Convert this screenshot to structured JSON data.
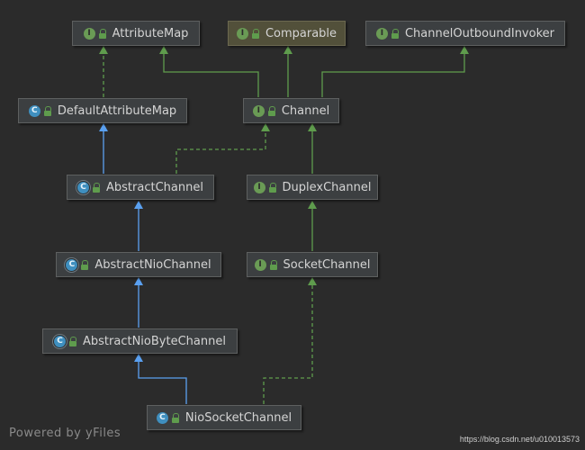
{
  "colors": {
    "background": "#2b2b2b",
    "node_fill": "#3c3f41",
    "highlight_fill": "#52503a",
    "implements_edge": "#5f9c4d",
    "extends_edge": "#5aa0f0"
  },
  "nodes": {
    "attribute_map": {
      "label": "AttributeMap",
      "badge": "I",
      "kind": "interface"
    },
    "comparable": {
      "label": "Comparable",
      "badge": "I",
      "kind": "interface"
    },
    "channel_outbound_invoker": {
      "label": "ChannelOutboundInvoker",
      "badge": "I",
      "kind": "interface"
    },
    "default_attribute_map": {
      "label": "DefaultAttributeMap",
      "badge": "C",
      "kind": "class"
    },
    "channel": {
      "label": "Channel",
      "badge": "I",
      "kind": "interface"
    },
    "abstract_channel": {
      "label": "AbstractChannel",
      "badge": "C",
      "kind": "abstract-class"
    },
    "duplex_channel": {
      "label": "DuplexChannel",
      "badge": "I",
      "kind": "interface"
    },
    "abstract_nio_channel": {
      "label": "AbstractNioChannel",
      "badge": "C",
      "kind": "abstract-class"
    },
    "socket_channel": {
      "label": "SocketChannel",
      "badge": "I",
      "kind": "interface"
    },
    "abstract_nio_byte_channel": {
      "label": "AbstractNioByteChannel",
      "badge": "C",
      "kind": "abstract-class"
    },
    "nio_socket_channel": {
      "label": "NioSocketChannel",
      "badge": "C",
      "kind": "class"
    }
  },
  "edges": [
    {
      "from": "default_attribute_map",
      "to": "attribute_map",
      "type": "implements"
    },
    {
      "from": "channel",
      "to": "attribute_map",
      "type": "extends-interface"
    },
    {
      "from": "channel",
      "to": "comparable",
      "type": "extends-interface"
    },
    {
      "from": "channel",
      "to": "channel_outbound_invoker",
      "type": "extends-interface"
    },
    {
      "from": "abstract_channel",
      "to": "default_attribute_map",
      "type": "extends"
    },
    {
      "from": "abstract_channel",
      "to": "channel",
      "type": "implements"
    },
    {
      "from": "duplex_channel",
      "to": "channel",
      "type": "extends-interface"
    },
    {
      "from": "socket_channel",
      "to": "duplex_channel",
      "type": "extends-interface"
    },
    {
      "from": "abstract_nio_channel",
      "to": "abstract_channel",
      "type": "extends"
    },
    {
      "from": "abstract_nio_byte_channel",
      "to": "abstract_nio_channel",
      "type": "extends"
    },
    {
      "from": "nio_socket_channel",
      "to": "abstract_nio_byte_channel",
      "type": "extends"
    },
    {
      "from": "nio_socket_channel",
      "to": "socket_channel",
      "type": "implements"
    }
  ],
  "footer": {
    "powered_by": "Powered by yFiles",
    "watermark": "https://blog.csdn.net/u010013573"
  }
}
